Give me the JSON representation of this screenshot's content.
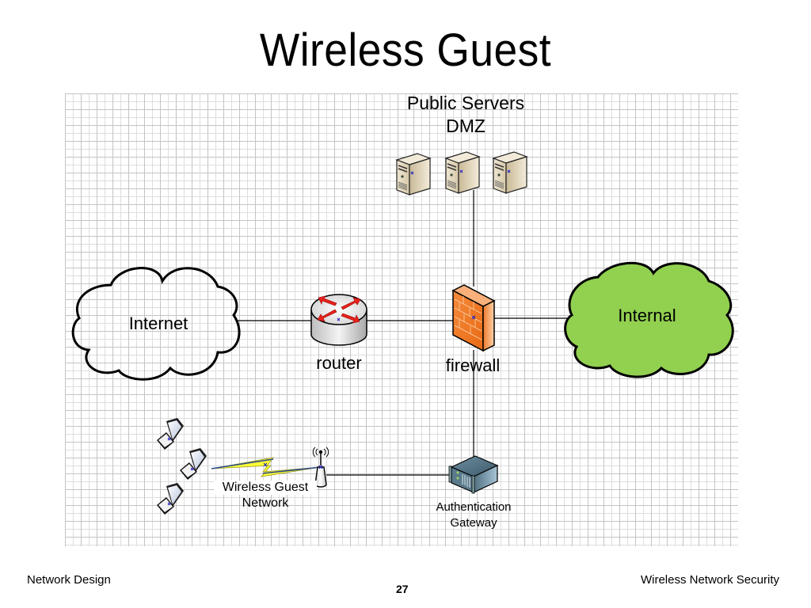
{
  "slide": {
    "title": "Wireless Guest",
    "page_number": "27",
    "footer_left": "Network Design",
    "footer_right": "Wireless Network Security"
  },
  "diagram": {
    "dmz": {
      "title_line1": "Public Servers",
      "title_line2": "DMZ",
      "server_count": 3,
      "icon": "server-tower-icon"
    },
    "internet": {
      "label": "Internet",
      "icon": "cloud-icon",
      "fill": "#ffffff"
    },
    "router": {
      "label": "router",
      "icon": "router-icon",
      "arrow_color": "#e8221c"
    },
    "firewall": {
      "label": "firewall",
      "icon": "firewall-brick-icon",
      "color": "#f5823c"
    },
    "internal": {
      "label": "Internal",
      "icon": "cloud-icon",
      "fill": "#92d050"
    },
    "wireless": {
      "label_line1": "Wireless Guest",
      "label_line2": "Network",
      "laptop_count": 3,
      "icon": "lightning-bolt-icon",
      "bolt_color": "#ffff33"
    },
    "access_point": {
      "icon": "wireless-access-point-icon"
    },
    "auth_gateway": {
      "label_line1": "Authentication",
      "label_line2": "Gateway",
      "icon": "rack-server-icon"
    }
  }
}
